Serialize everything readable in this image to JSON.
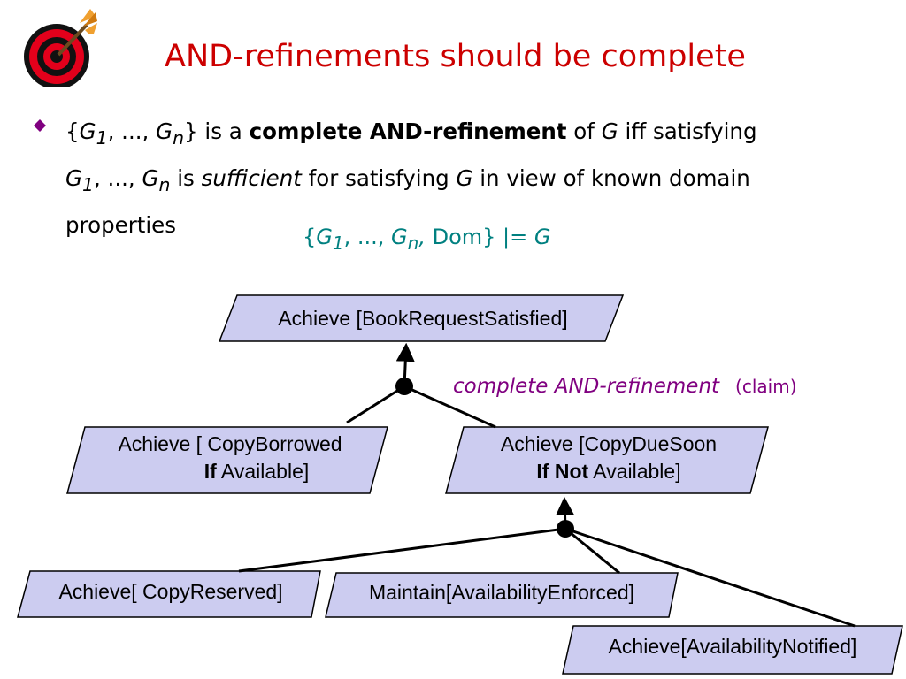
{
  "slide": {
    "title": "AND-refinements should be complete",
    "bullet": {
      "l1a": "{",
      "g1": "G",
      "sub1": "1",
      "dots": ", ..., ",
      "gn": "G",
      "subn": "n",
      "l1b": "} is a ",
      "bold": "complete AND-refinement",
      "l1c": " of ",
      "g": "G",
      "l1d": "  iff satisfying",
      "l2b": " is ",
      "suff": "sufficient",
      "l2c": " for satisfying ",
      "l2d": "  in view of known domain",
      "l3": "properties"
    },
    "formula": {
      "open": "{",
      "g1": "G",
      "sub1": "1",
      "dots": ", ..., ",
      "gn": "G",
      "subn": "n",
      "comma": ",",
      "dom": " Dom} ",
      "entails": "|=",
      "g": " G"
    },
    "claim": {
      "main": "complete AND-refinement",
      "note": "(claim)"
    }
  },
  "goals": {
    "root": "Achieve [BookRequestSatisfied]",
    "left_l1": "Achieve [ CopyBorrowed",
    "left_if": "If",
    "left_l2": " Available]",
    "right_l1": "Achieve [CopyDueSoon",
    "right_ifnot": "If Not",
    "right_l2": " Available]",
    "reserved": "Achieve[ CopyReserved]",
    "enforced": "Maintain[AvailabilityEnforced]",
    "notified": "Achieve[AvailabilityNotified]"
  },
  "colors": {
    "title": "#cc0000",
    "formula": "#008080",
    "claim": "#800080",
    "bullet": "#800080",
    "goal_fill": "#ccccf0",
    "target_red": "#e3001b",
    "dart": "#f0a030"
  },
  "icons": [
    "target-dart-icon",
    "diamond-bullet-icon"
  ]
}
